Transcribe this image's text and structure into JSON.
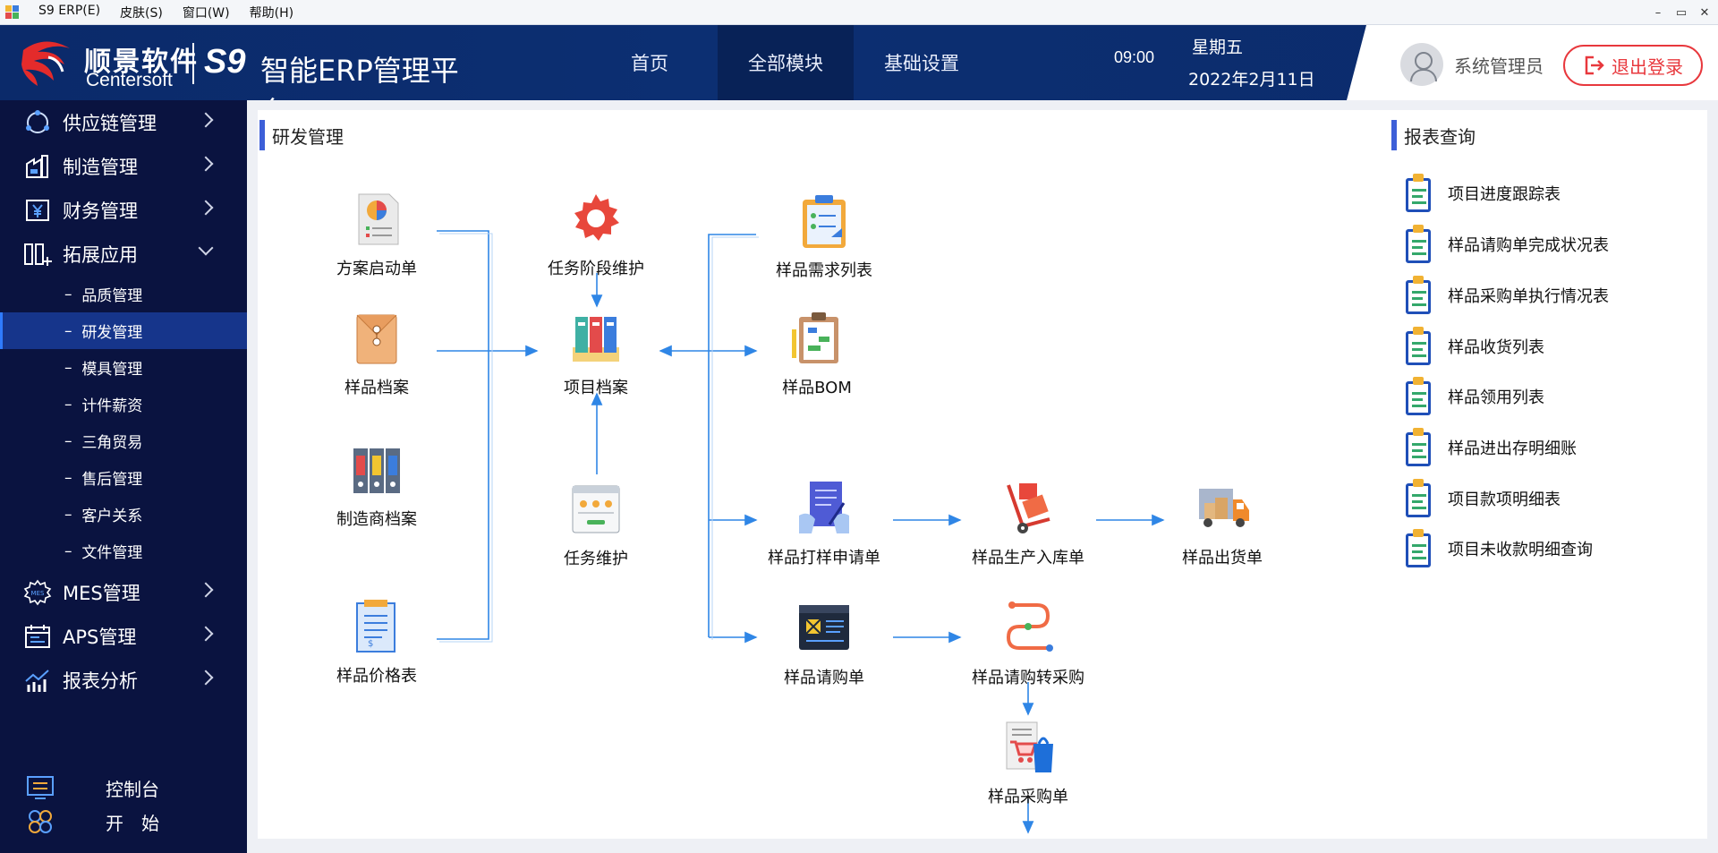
{
  "window": {
    "title": "S9 ERP(E)",
    "menus": [
      "皮肤(S)",
      "窗口(W)",
      "帮助(H)"
    ],
    "controls": [
      "–",
      "▭",
      "✕"
    ]
  },
  "header": {
    "brand_cn": "顺景软件",
    "brand_en": "Centersoft",
    "product_mark": "S9",
    "platform": "智能ERP管理平台",
    "tabs": [
      {
        "label": "首页",
        "active": false
      },
      {
        "label": "全部模块",
        "active": true
      },
      {
        "label": "基础设置",
        "active": false
      }
    ],
    "time": "09:00",
    "weekday": "星期五",
    "date": "2022年2月11日",
    "user": "系统管理员",
    "logout": "退出登录"
  },
  "sidebar": {
    "items": [
      {
        "label": "供应链管理",
        "icon": "supply-chain-icon",
        "expanded": false
      },
      {
        "label": "制造管理",
        "icon": "factory-icon",
        "expanded": false
      },
      {
        "label": "财务管理",
        "icon": "yen-icon",
        "expanded": false
      },
      {
        "label": "拓展应用",
        "icon": "extension-icon",
        "expanded": true
      },
      {
        "label": "MES管理",
        "icon": "mes-icon",
        "expanded": false
      },
      {
        "label": "APS管理",
        "icon": "calendar-icon",
        "expanded": false
      },
      {
        "label": "报表分析",
        "icon": "chart-icon",
        "expanded": false
      }
    ],
    "subitems": [
      {
        "label": "品质管理",
        "active": false
      },
      {
        "label": "研发管理",
        "active": true
      },
      {
        "label": "模具管理",
        "active": false
      },
      {
        "label": "计件薪资",
        "active": false
      },
      {
        "label": "三角贸易",
        "active": false
      },
      {
        "label": "售后管理",
        "active": false
      },
      {
        "label": "客户关系",
        "active": false
      },
      {
        "label": "文件管理",
        "active": false
      }
    ],
    "footer": [
      {
        "label": "控制台",
        "icon": "console-icon"
      },
      {
        "label": "开　始",
        "icon": "start-icon"
      }
    ]
  },
  "main": {
    "section_title": "研发管理",
    "nodes": {
      "n1": "方案启动单",
      "n2": "样品档案",
      "n3": "制造商档案",
      "n4": "样品价格表",
      "n5": "任务阶段维护",
      "n6": "项目档案",
      "n7": "任务维护",
      "n8": "样品需求列表",
      "n9": "样品BOM",
      "n10": "样品打样申请单",
      "n11": "样品请购单",
      "n12": "样品生产入库单",
      "n13": "样品出货单",
      "n14": "样品请购转采购",
      "n15": "样品采购单"
    }
  },
  "reports": {
    "title": "报表查询",
    "items": [
      "项目进度跟踪表",
      "样品请购单完成状况表",
      "样品采购单执行情况表",
      "样品收货列表",
      "样品领用列表",
      "样品进出存明细账",
      "项目款项明细表",
      "项目未收款明细查询"
    ]
  },
  "colors": {
    "header_bg": "#0b2a6a",
    "sidebar_bg": "#0a1340",
    "sidebar_active": "#16358b",
    "accent_blue": "#3d5fd8",
    "flow_line": "#2f86e6",
    "logout_red": "#e8383d"
  }
}
